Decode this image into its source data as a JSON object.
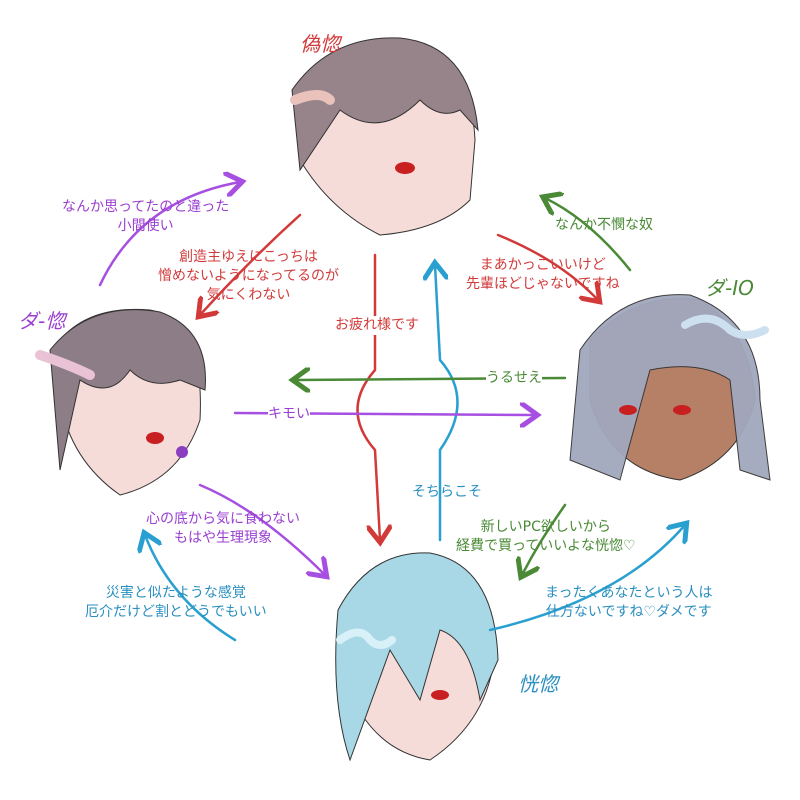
{
  "characters": {
    "top": {
      "name": "偽惚"
    },
    "left": {
      "name": "ダ-惚"
    },
    "right": {
      "name": "ダ-IO"
    },
    "bottom": {
      "name": "恍惚"
    }
  },
  "relations": {
    "left_to_top": [
      "なんか思ってたのと違った",
      "小間使い"
    ],
    "top_to_left": [
      "創造主ゆえにこっちは",
      "憎めないようになってるのが",
      "気にくわない"
    ],
    "right_to_top": "なんか不憫な奴",
    "top_to_right": [
      "まあかっこいいけど",
      "先輩ほどじゃないですね"
    ],
    "top_to_bottom": "お疲れ様です",
    "right_to_left": "うるせえ",
    "left_to_right": "キモい",
    "bottom_to_top": "そちらこそ",
    "left_to_bottom": [
      "心の底から気に食わない",
      "もはや生理現象"
    ],
    "right_to_bottom": [
      "新しいPC欲しいから",
      "経費で買っていいよな恍惚♡"
    ],
    "bottom_to_left": [
      "災害と似たような感覚",
      "厄介だけど割とどうでもいい"
    ],
    "bottom_to_right": [
      "まったくあなたという人は",
      "仕方ないですね♡ダメです"
    ]
  },
  "colors": {
    "red": "#d23a3a",
    "purple": "#9a3fd0",
    "green": "#4a8a36",
    "blue": "#2a8fbf"
  }
}
